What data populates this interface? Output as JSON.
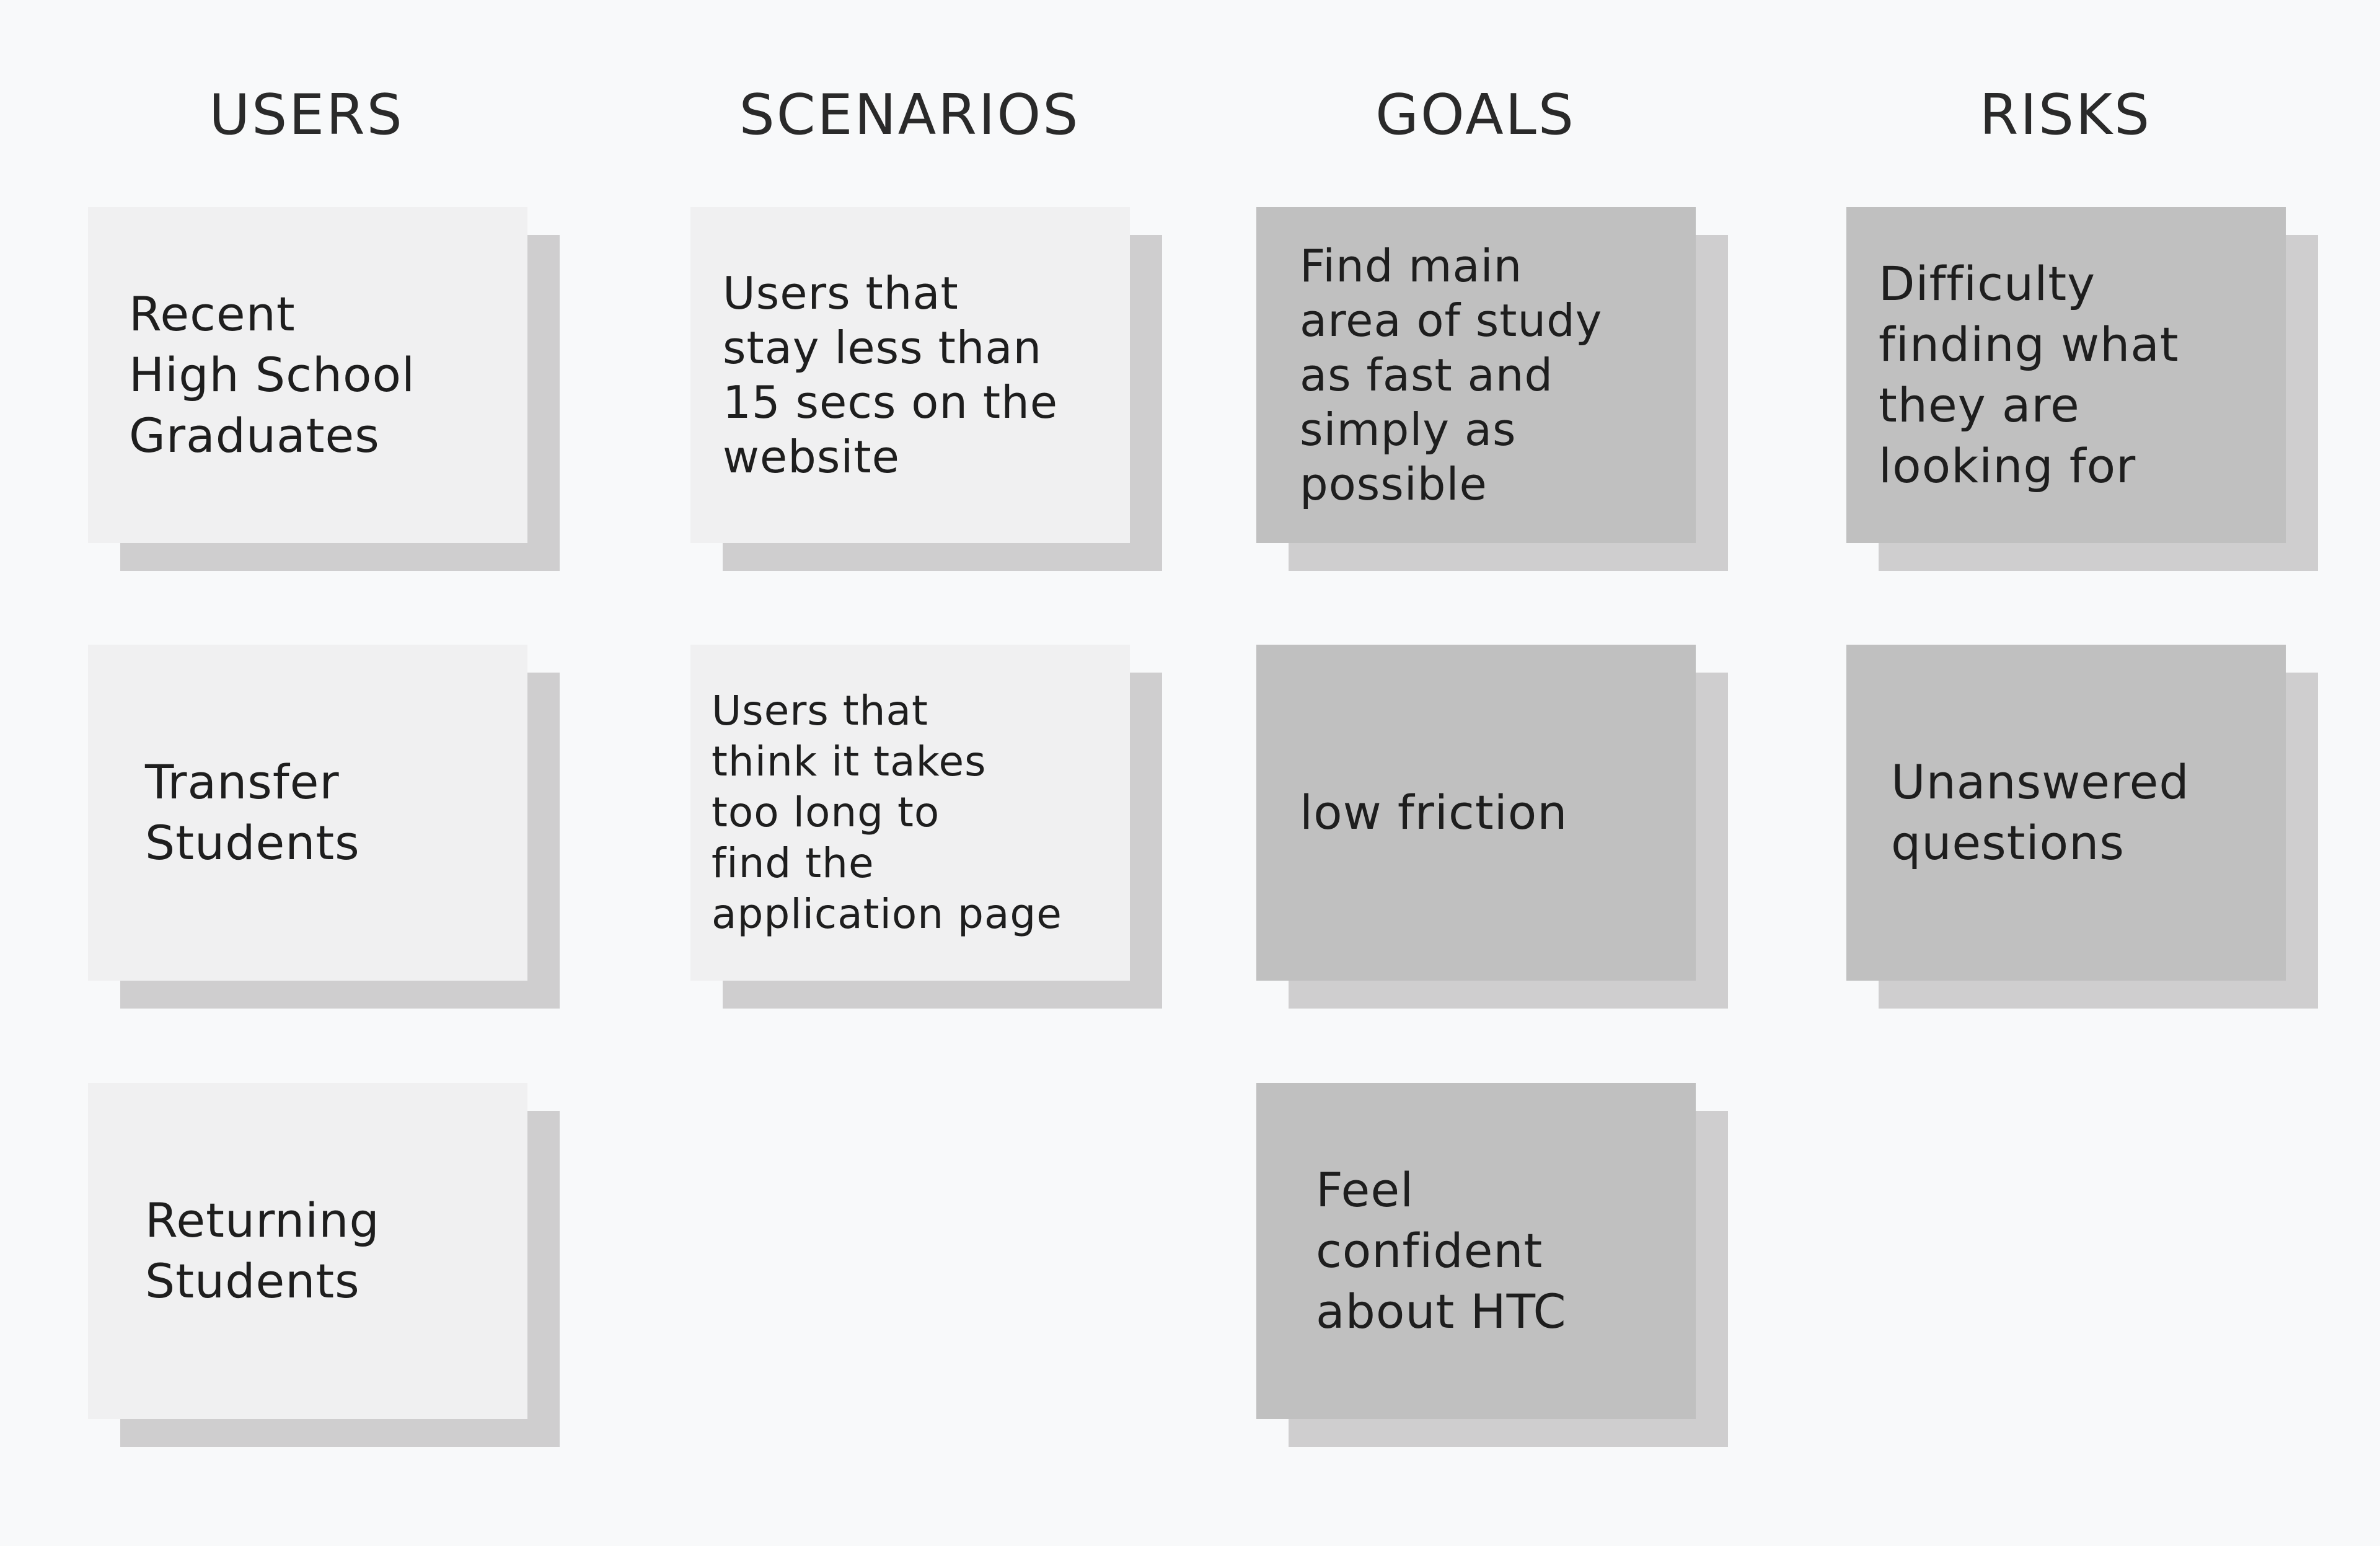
{
  "columns": [
    {
      "header": "USERS",
      "notes": [
        "Recent\nHigh School\nGraduates",
        "Transfer\nStudents",
        "Returning\nStudents"
      ]
    },
    {
      "header": "SCENARIOS",
      "notes": [
        "Users that\nstay less than\n15 secs on the\nwebsite",
        "Users that\nthink it takes\ntoo long to\nfind the\napplication page"
      ]
    },
    {
      "header": "GOALS",
      "notes": [
        "Find main\narea of study\nas fast and\nsimply as\npossible",
        "low friction",
        "Feel\nconfident\nabout HTC"
      ]
    },
    {
      "header": "RISKS",
      "notes": [
        "Difficulty\nfinding what\nthey are\nlooking for",
        "Unanswered\nquestions"
      ]
    }
  ],
  "colors": {
    "background": "#f8f9fa",
    "light_note": "#f0f0f1",
    "dark_note": "#c0c0c0",
    "note_shadow": "#cfcecf",
    "text": "#1e1e1e"
  }
}
